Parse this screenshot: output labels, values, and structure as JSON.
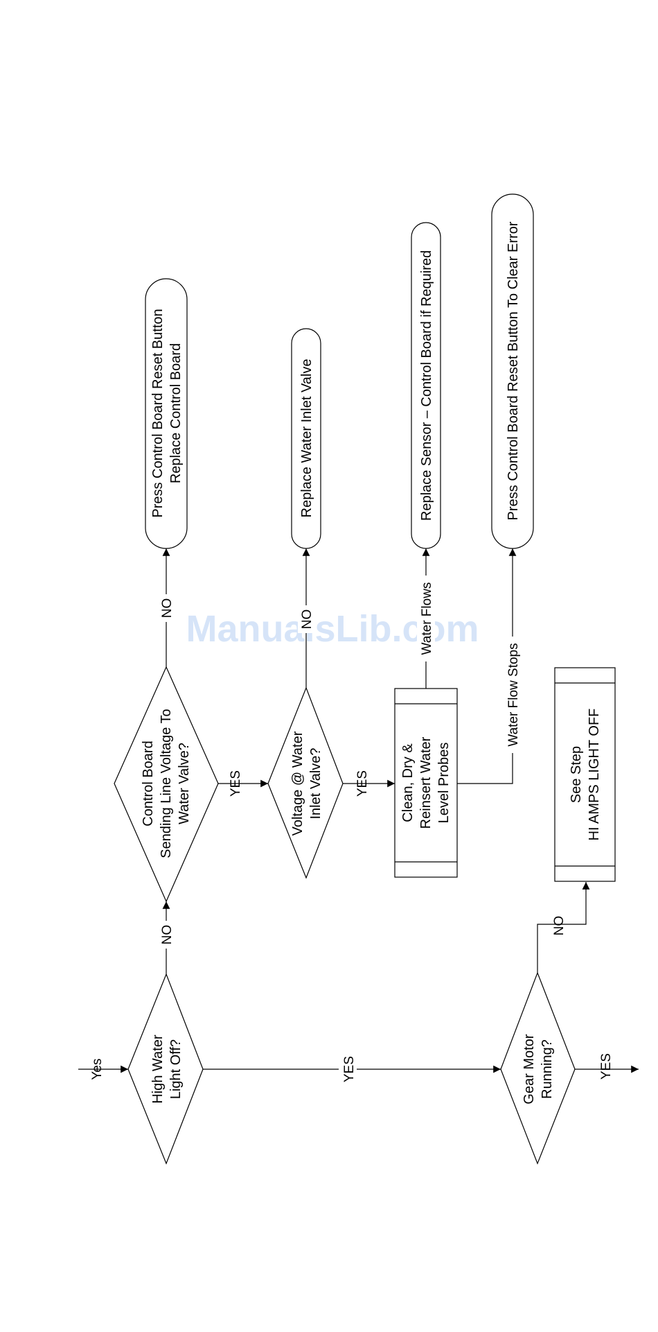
{
  "flowchart": {
    "entry_label": "Yes",
    "decisions": {
      "high_water": [
        "High Water",
        "Light Off?"
      ],
      "control_board": [
        "Control Board",
        "Sending Line Voltage To",
        "Water Valve?"
      ],
      "voltage_valve": [
        "Voltage @ Water",
        "Inlet Valve?"
      ],
      "gear_motor": [
        "Gear Motor",
        "Running?"
      ]
    },
    "terminals": {
      "replace_board": [
        "Press Control Board Reset Button",
        "Replace Control Board"
      ],
      "replace_valve": [
        "Replace Water Inlet Valve"
      ],
      "replace_sensor": [
        "Replace Sensor – Control Board if Required"
      ],
      "clear_error": [
        "Press Control Board Reset Button To Clear Error"
      ]
    },
    "processes": {
      "clean_probes": [
        "Clean, Dry &",
        "Reinsert Water",
        "Level Probes"
      ],
      "see_step": [
        "See Step",
        "HI AMPS LIGHT OFF"
      ]
    },
    "edge_labels": {
      "no": "NO",
      "yes": "YES",
      "water_flows": "Water Flows",
      "water_flow_stops": "Water Flow Stops"
    }
  },
  "watermark": "ManualsLib.com"
}
